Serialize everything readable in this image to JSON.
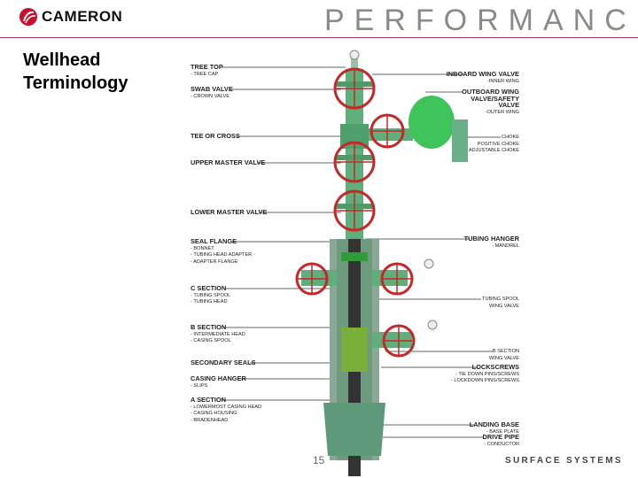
{
  "header": {
    "logo_text": "CAMERON",
    "tagline": "PERFORMANCE"
  },
  "title": {
    "line1": "Wellhead",
    "line2": "Terminology"
  },
  "labels_left": [
    {
      "title": "TREE TOP",
      "subs": [
        "- TREE CAP"
      ]
    },
    {
      "title": "SWAB VALVE",
      "subs": [
        "- CROWN VALVE"
      ]
    },
    {
      "title": "TEE OR CROSS",
      "subs": []
    },
    {
      "title": "UPPER MASTER VALVE",
      "subs": []
    },
    {
      "title": "LOWER MASTER VALVE",
      "subs": []
    },
    {
      "title": "SEAL FLANGE",
      "subs": [
        "- BONNET",
        "- TUBING HEAD ADAPTER",
        "- ADAPTER FLANGE"
      ]
    },
    {
      "title": "C SECTION",
      "subs": [
        "- TUBING SPOOL",
        "- TUBING HEAD"
      ]
    },
    {
      "title": "B SECTION",
      "subs": [
        "- INTERMEDIATE HEAD",
        "- CASING SPOOL"
      ]
    },
    {
      "title": "SECONDARY SEALS",
      "subs": []
    },
    {
      "title": "CASING HANGER",
      "subs": [
        "- SLIPS"
      ]
    },
    {
      "title": "A SECTION",
      "subs": [
        "- LOWERMOST CASING HEAD",
        "- CASING HOUSING",
        "- BRADENHEAD"
      ]
    }
  ],
  "labels_right": [
    {
      "title": "INBOARD WING VALVE",
      "subs": [
        "-INNER WING"
      ]
    },
    {
      "title": "OUTBOARD WING VALVE/SAFETY VALVE",
      "subs": [
        "-OUTER WING"
      ]
    },
    {
      "title": "CHOKE",
      "subs": [
        "POSITIVE CHOKE",
        "ADJUSTABLE CHOKE"
      ]
    },
    {
      "title": "TUBING HANGER",
      "subs": [
        "- MANDREL"
      ]
    },
    {
      "title": "TUBING SPOOL",
      "subs": [
        "WING VALVE"
      ]
    },
    {
      "title": "B SECTION",
      "subs": [
        "WING VALVE"
      ]
    },
    {
      "title": "LOCKSCREWS",
      "subs": [
        "- TIE DOWN PINS/SCREWS",
        "- LOCKDOWN PINS/SCREWS"
      ]
    },
    {
      "title": "LANDING BASE",
      "subs": [
        "- BASE PLATE"
      ]
    },
    {
      "title": "DRIVE PIPE",
      "subs": [
        "- CONDUCTOR"
      ]
    }
  ],
  "footer": {
    "page_number": "15",
    "division": "SURFACE SYSTEMS"
  },
  "colors": {
    "brand_red": "#c8102e",
    "rule": "#9b3b4f",
    "valve_green": "#4fae6e",
    "handwheel_red": "#c62828"
  }
}
